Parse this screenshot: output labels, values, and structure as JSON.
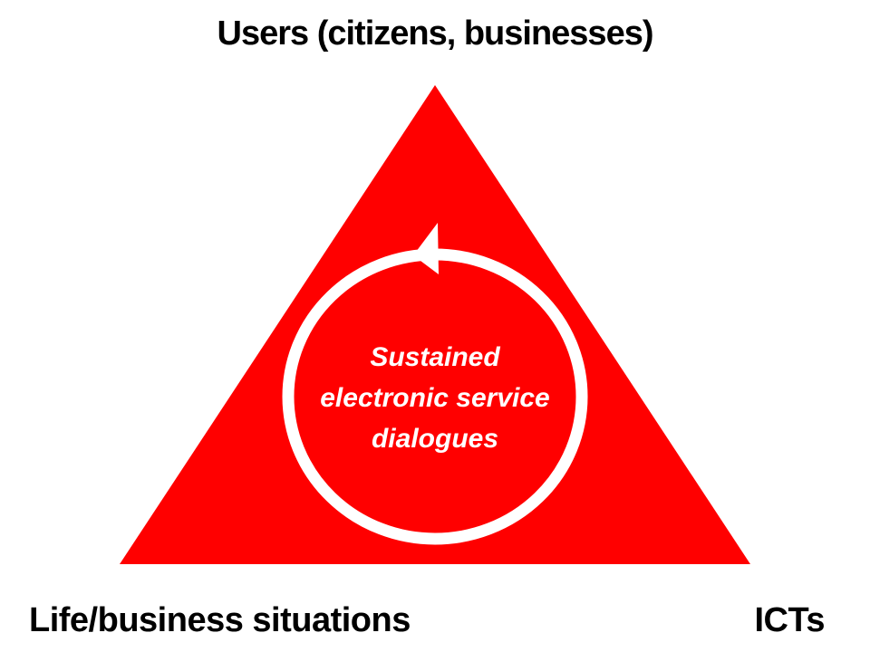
{
  "title": "Users (citizens, businesses)",
  "triangle": {
    "top_vertex_label": "Users (citizens, businesses)",
    "bottom_left_vertex_label": "Life/business situations",
    "bottom_right_vertex_label": "ICTs"
  },
  "circle": {
    "lines": [
      "Sustained",
      "electronic service",
      "dialogues"
    ],
    "full_text": "Sustained electronic service dialogues",
    "rotation_icon": "counterclockwise-arrowhead-icon"
  },
  "colors": {
    "triangle_fill": "#FF0000",
    "circle_stroke": "#FFFFFF",
    "arrow_fill": "#FFFFFF",
    "label_text": "#000000",
    "circle_text": "#FFFFFF",
    "background": "#FFFFFF"
  }
}
